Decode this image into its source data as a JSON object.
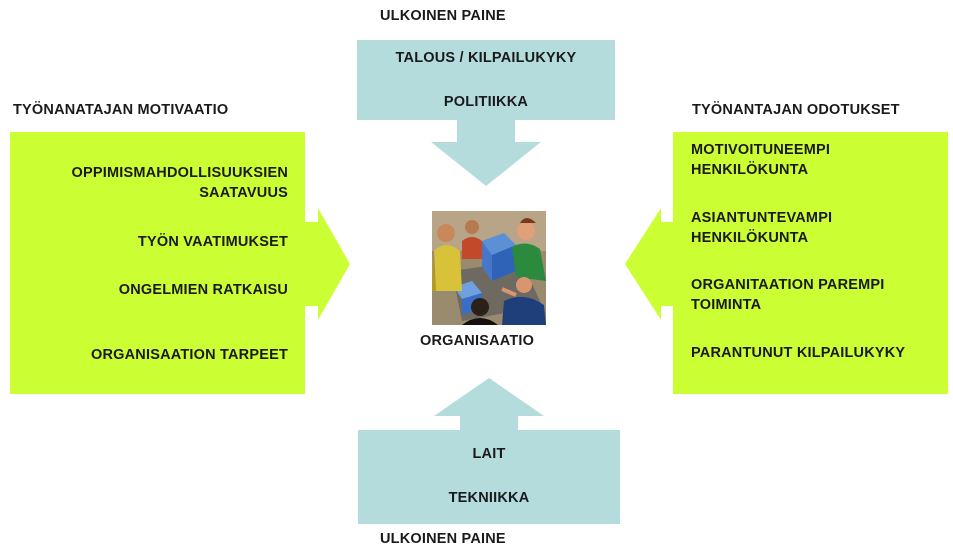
{
  "top_label": "ULKOINEN PAINE",
  "bottom_label": "ULKOINEN PAINE",
  "left": {
    "title": "TYÖNANATAJAN MOTIVAATIO",
    "items": [
      "OPPIMISMAHDOLLISUUKSIEN SAATAVUUS",
      "TYÖN VAATIMUKSET",
      "ONGELMIEN RATKAISU",
      "ORGANISAATION TARPEET"
    ]
  },
  "right": {
    "title": "TYÖNANTAJAN ODOTUKSET",
    "items": [
      "MOTIVOITUNEEMPI HENKILÖKUNTA",
      "ASIANTUNTEVAMPI HENKILÖKUNTA",
      "ORGANITAATION PAREMPI TOIMINTA",
      "PARANTUNUT KILPAILUKYKY"
    ]
  },
  "top_box": {
    "items": [
      "TALOUS / KILPAILUKYKY",
      "POLITIIKKA"
    ]
  },
  "bottom_box": {
    "items": [
      "LAIT",
      "TEKNIIKKA"
    ]
  },
  "center": {
    "label": "ORGANISAATIO",
    "image_icon": "people-meeting-clipart-icon"
  },
  "colors": {
    "green": "#ccff33",
    "blue": "#b4dcdc",
    "background": "#ffffff"
  }
}
